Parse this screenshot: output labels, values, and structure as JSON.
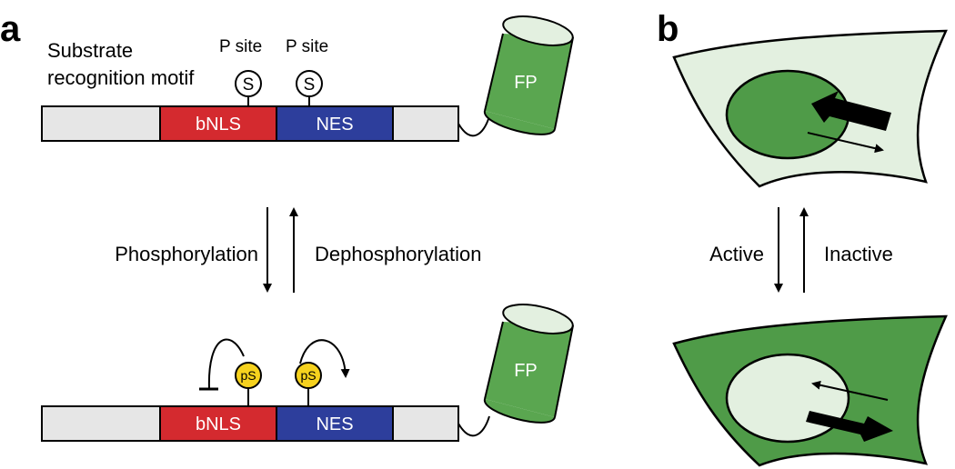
{
  "panel_a": {
    "letter": "a",
    "substrate_label_line1": "Substrate",
    "substrate_label_line2": "recognition motif",
    "p_site_1": "P site",
    "p_site_2": "P site",
    "serine_symbol": "S",
    "segment_bnls": "bNLS",
    "segment_nes": "NES",
    "fp_label": "FP",
    "forward_label": "Phosphorylation",
    "reverse_label": "Dephosphorylation",
    "phospho_label_1": "pS",
    "phospho_label_2": "pS",
    "bottom_segment_bnls": "bNLS",
    "bottom_segment_nes": "NES",
    "bottom_fp_label": "FP"
  },
  "panel_b": {
    "letter": "b",
    "forward_label": "Active",
    "reverse_label": "Inactive"
  },
  "colors": {
    "gray_segment": "#e6e6e6",
    "bnls_red": "#d42a2f",
    "nes_blue": "#2d3e9c",
    "fp_green": "#5aa650",
    "cell_light_green": "#e3f0e0",
    "cell_dark_green": "#4f9b48",
    "phospho_yellow": "#f6d21e"
  }
}
